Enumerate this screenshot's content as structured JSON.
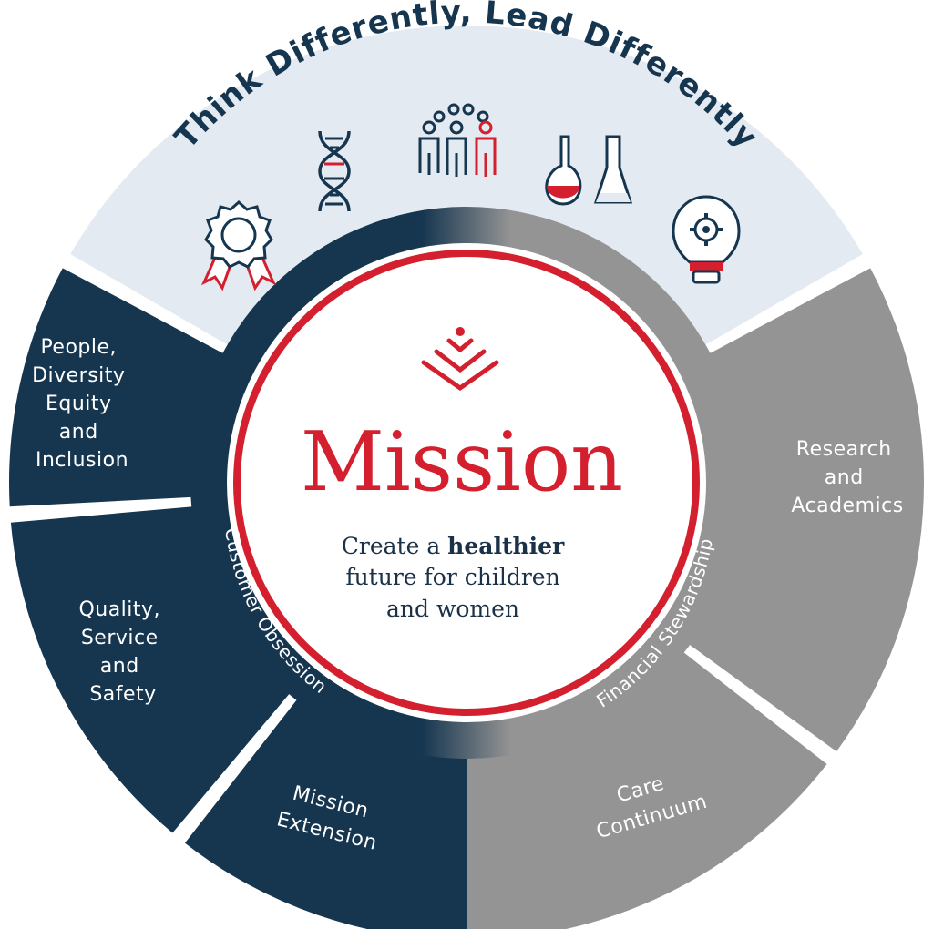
{
  "top_banner": {
    "title": "Think Differently, Lead Differently"
  },
  "icons": [
    "award-ribbon-icon",
    "dna-icon",
    "people-group-icon",
    "lab-flasks-icon",
    "lightbulb-gear-icon"
  ],
  "outer_segments": {
    "people": [
      "People,",
      "Diversity",
      "Equity",
      "and",
      "Inclusion"
    ],
    "quality": [
      "Quality,",
      "Service",
      "and",
      "Safety"
    ],
    "mission_extension": [
      "Mission",
      "Extension"
    ],
    "care_continuum": [
      "Care",
      "Continuum"
    ],
    "research": [
      "Research",
      "and",
      "Academics"
    ]
  },
  "inner_ring": {
    "left_label": "Customer Obsession",
    "right_label": "Financial Stewardship"
  },
  "center": {
    "title": "Mission",
    "line1_prefix": "Create a ",
    "line1_bold": "healthier",
    "line2": "future for children",
    "line3": "and women"
  },
  "colors": {
    "navy": "#163650",
    "gray": "#949494",
    "light_blue": "#e4eaf1",
    "red": "#d31f2e"
  }
}
